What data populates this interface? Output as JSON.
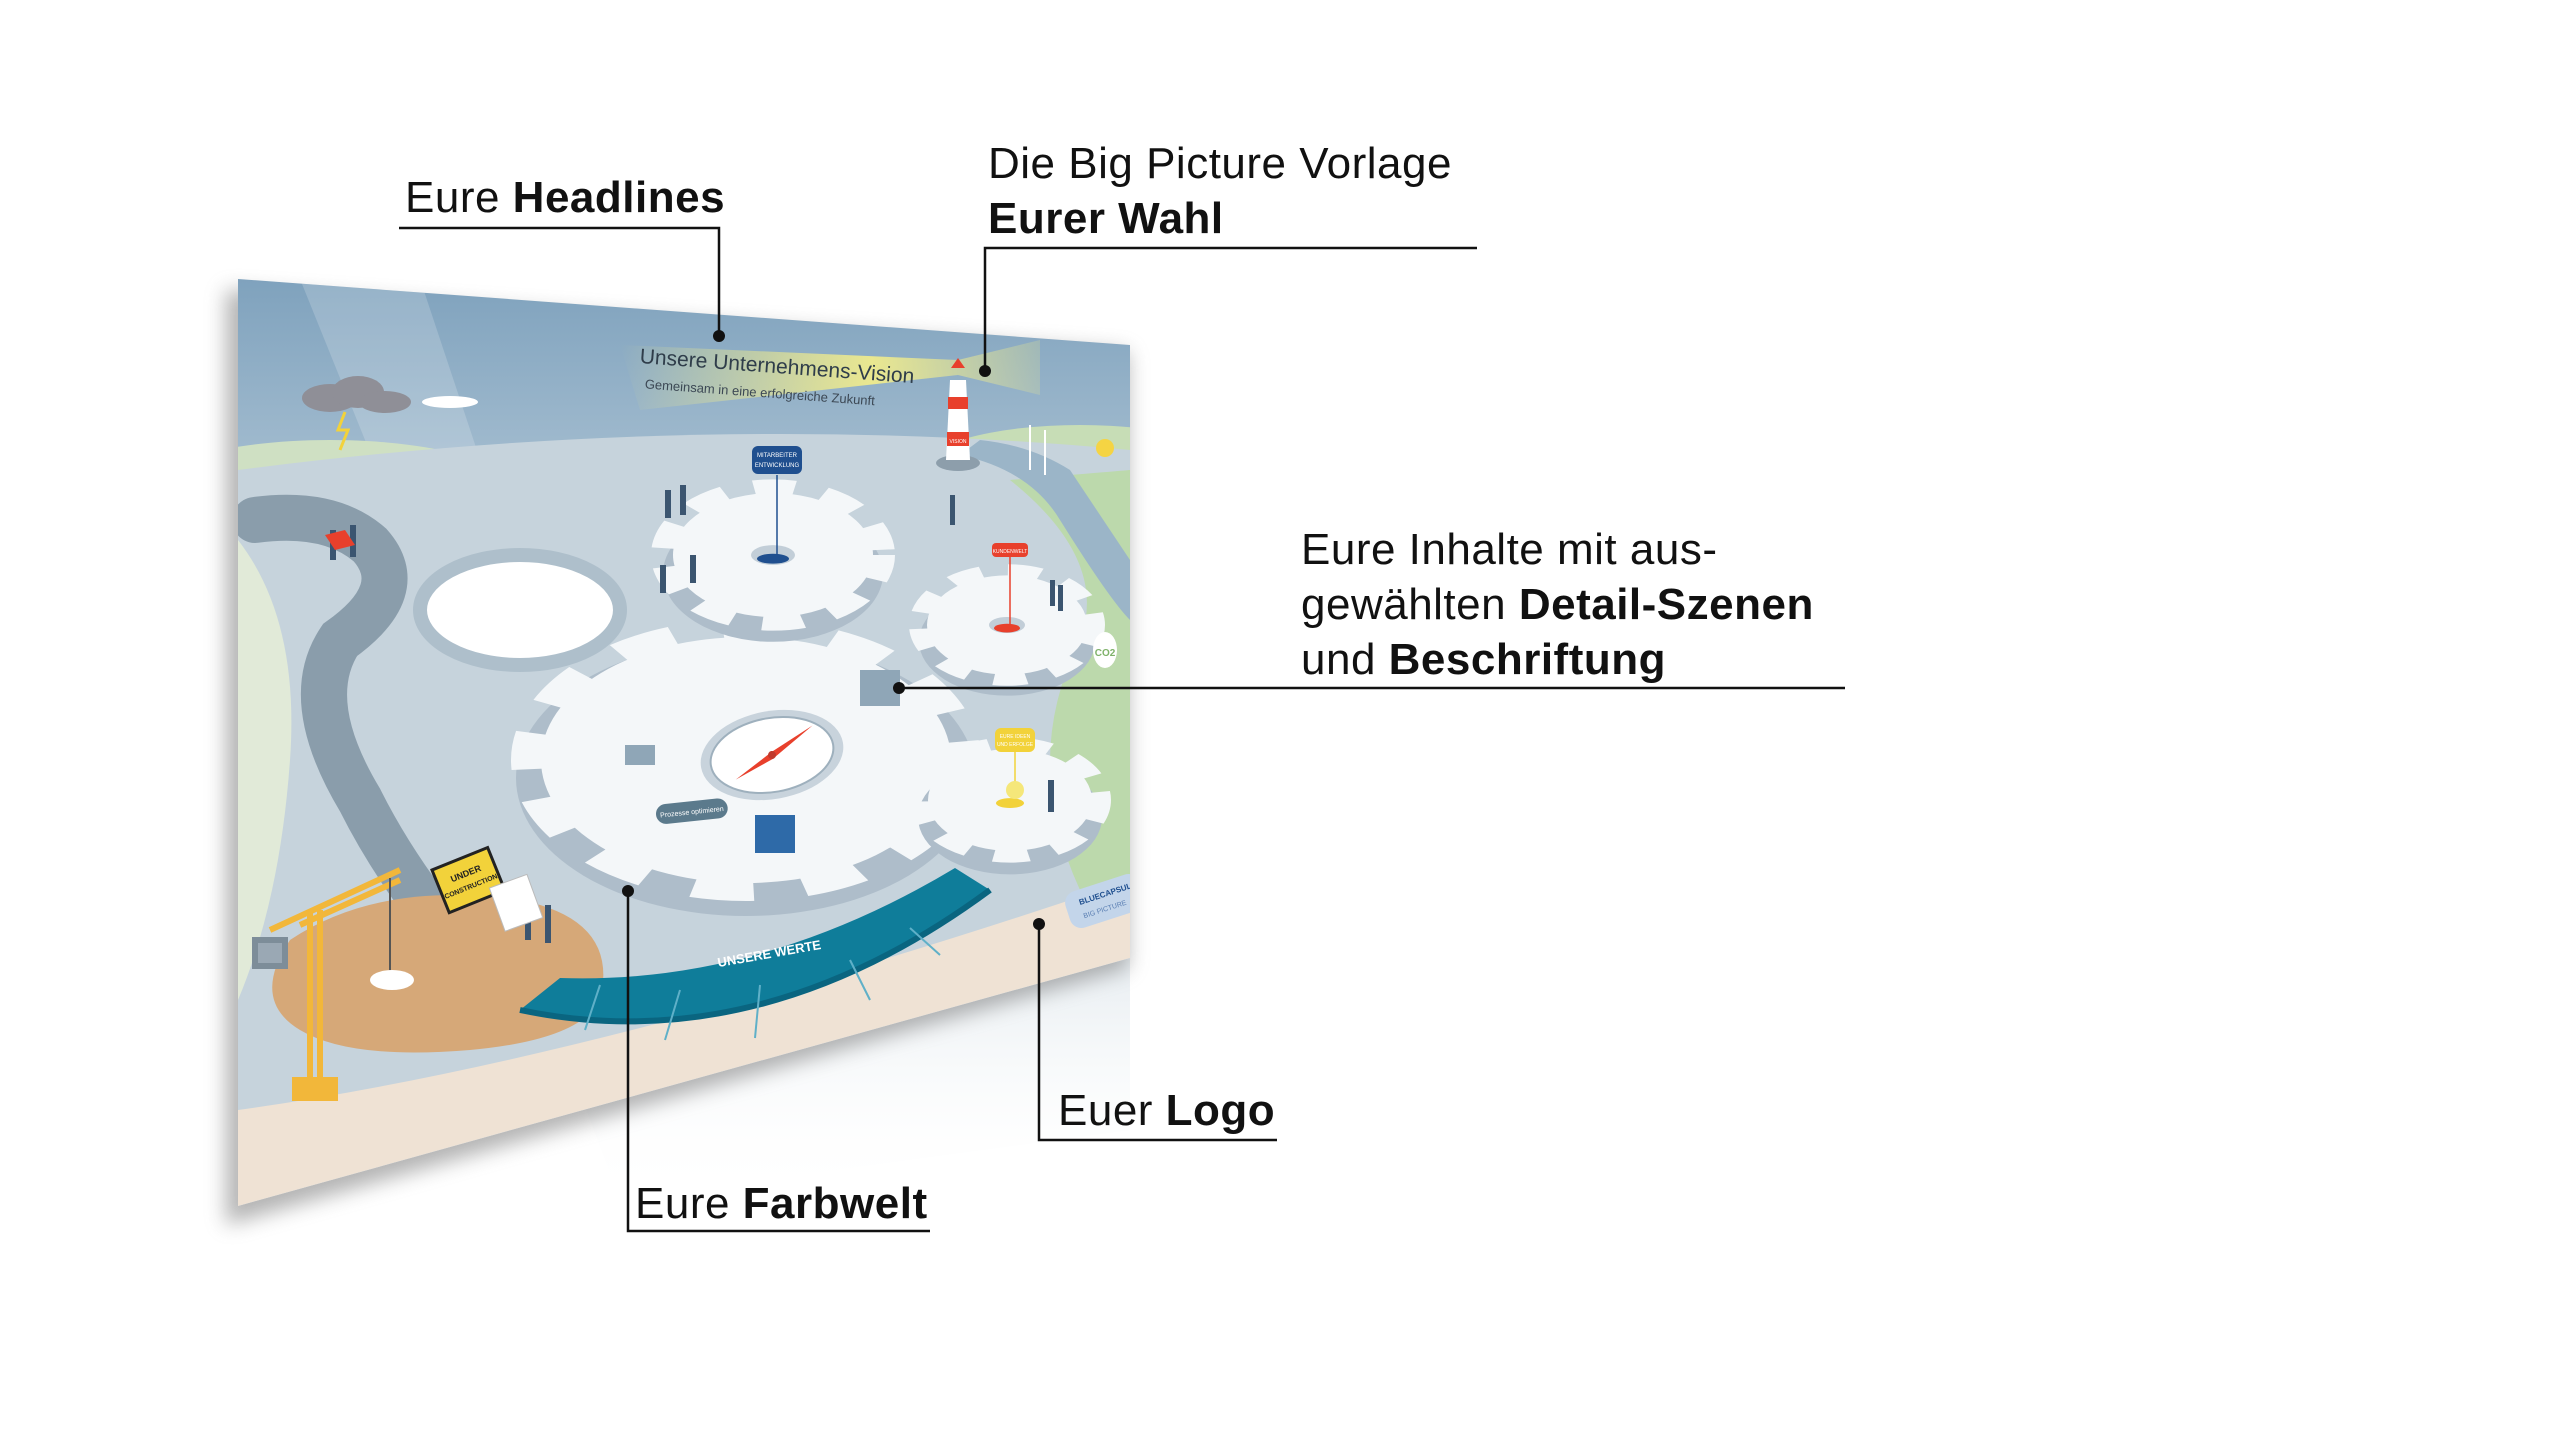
{
  "poster": {
    "headline": "Unsere Unternehmens-Vision",
    "subheadline": "Gemeinsam in eine erfolgreiche Zukunft",
    "tag_employee": [
      "MITARBEITER",
      "ENTWICKLUNG"
    ],
    "tag_customer": "KUNDENWELT",
    "tag_ideas": [
      "EURE IDEEN",
      "UND ERFOLGE"
    ],
    "process_button": "Prozesse optimieren",
    "values_title": "UNSERE WERTE",
    "construction_sign": [
      "UNDER",
      "CONSTRUCTION"
    ],
    "lighthouse_label": "VISION",
    "co2_label": "CO2",
    "logo": [
      "BLUECAPSULE",
      "BIG PICTURE"
    ],
    "colors": {
      "teal": "#0f7d9a",
      "red": "#e8402c",
      "yellow": "#f2d23a",
      "navy": "#1f4f8f"
    }
  },
  "annotations": {
    "headlines": {
      "normal": "Eure ",
      "bold": "Headlines"
    },
    "template": {
      "line1": "Die Big Picture Vorlage",
      "bold": "Eurer Wahl"
    },
    "contents": {
      "line1": "Eure Inhalte mit aus-",
      "line2_normal": "gewählten ",
      "line2_bold": "Detail-Szenen",
      "line3_normal": "und ",
      "line3_bold": "Beschriftung"
    },
    "logo": {
      "normal": "Euer ",
      "bold": "Logo"
    },
    "colors": {
      "normal": "Eure ",
      "bold": "Farbwelt"
    }
  }
}
